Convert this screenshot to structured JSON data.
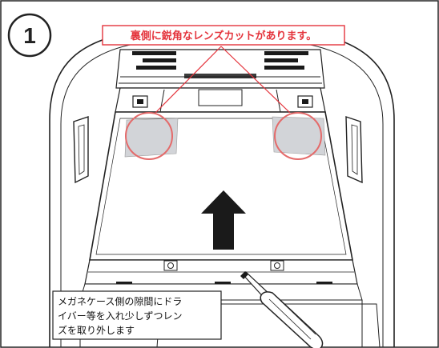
{
  "step": {
    "number": "1"
  },
  "callout": {
    "text": "裏側に鋭角なレンズカットがあります。",
    "color": "#e4343c"
  },
  "instruction": {
    "lines": [
      "メガネケース側の隙間にドラ",
      "イバー等を入れ少しずつレン",
      "ズを取り外します"
    ]
  },
  "colors": {
    "outline": "#222222",
    "highlight_ring": "#e46a6a",
    "lens_fill": "#d2d4d8",
    "arrow": "#1a1a1a"
  }
}
